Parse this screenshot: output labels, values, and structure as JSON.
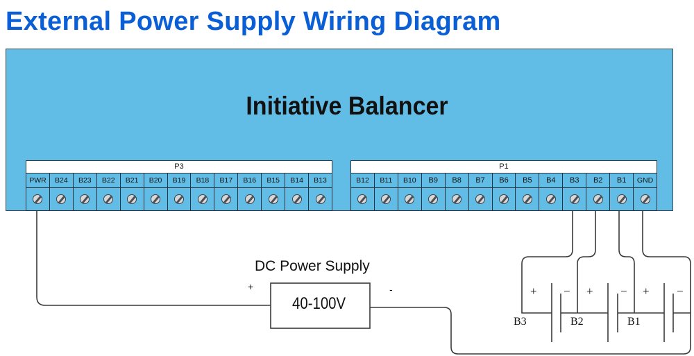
{
  "title": "External Power Supply Wiring Diagram",
  "device": {
    "name": "Initiative Balancer",
    "color": "#62bde6"
  },
  "terminal_blocks": [
    {
      "name": "P3",
      "terminals": [
        "PWR",
        "B24",
        "B23",
        "B22",
        "B21",
        "B20",
        "B19",
        "B18",
        "B17",
        "B16",
        "B15",
        "B14",
        "B13"
      ]
    },
    {
      "name": "P1",
      "terminals": [
        "B12",
        "B11",
        "B10",
        "B9",
        "B8",
        "B7",
        "B6",
        "B5",
        "B4",
        "B3",
        "B2",
        "B1",
        "GND"
      ]
    }
  ],
  "power_supply": {
    "label": "DC Power Supply",
    "rating": "40-100V",
    "plus": "+",
    "minus": "-"
  },
  "batteries": [
    {
      "name": "B3",
      "plus": "+",
      "minus": "−"
    },
    {
      "name": "B2",
      "plus": "+",
      "minus": "−"
    },
    {
      "name": "B1",
      "plus": "+",
      "minus": "−"
    }
  ],
  "connections": [
    {
      "from": "PWR",
      "to": "DC Power Supply +"
    },
    {
      "from": "DC Power Supply -",
      "to": "B1 −"
    },
    {
      "from": "B3",
      "to": "B3 +"
    },
    {
      "from": "B2",
      "to": "B3 − / B2 +"
    },
    {
      "from": "B1",
      "to": "B2 − / B1 +"
    },
    {
      "from": "GND",
      "to": "B1 −"
    }
  ],
  "colors": {
    "title": "#0b5fd6",
    "panel": "#62bde6",
    "wire": "#3a3a3a"
  }
}
